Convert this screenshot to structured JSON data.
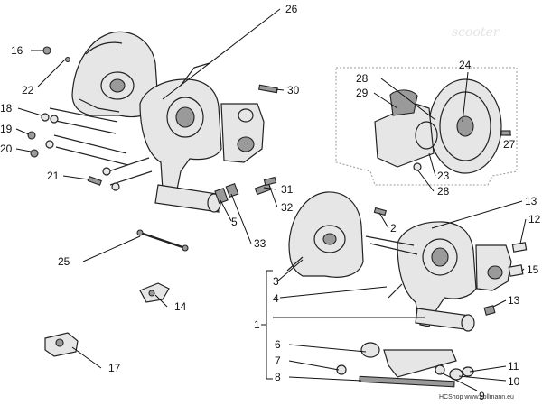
{
  "labels": {
    "l1": "1",
    "l2": "2",
    "l3": "3",
    "l4": "4",
    "l5": "5",
    "l6": "6",
    "l7": "7",
    "l8": "8",
    "l9": "9",
    "l10": "10",
    "l11": "11",
    "l12": "12",
    "l13a": "13",
    "l13b": "13",
    "l14": "14",
    "l15": "15",
    "l16": "16",
    "l17": "17",
    "l18": "18",
    "l19": "19",
    "l20": "20",
    "l21": "21",
    "l22": "22",
    "l23": "23",
    "l24": "24",
    "l25": "25",
    "l26": "26",
    "l27": "27",
    "l28a": "28",
    "l28b": "28",
    "l29": "29",
    "l30": "30",
    "l31": "31",
    "l32": "32",
    "l33": "33"
  },
  "watermark": "HCShop www.collmann.eu",
  "ghost_text": "scooter"
}
